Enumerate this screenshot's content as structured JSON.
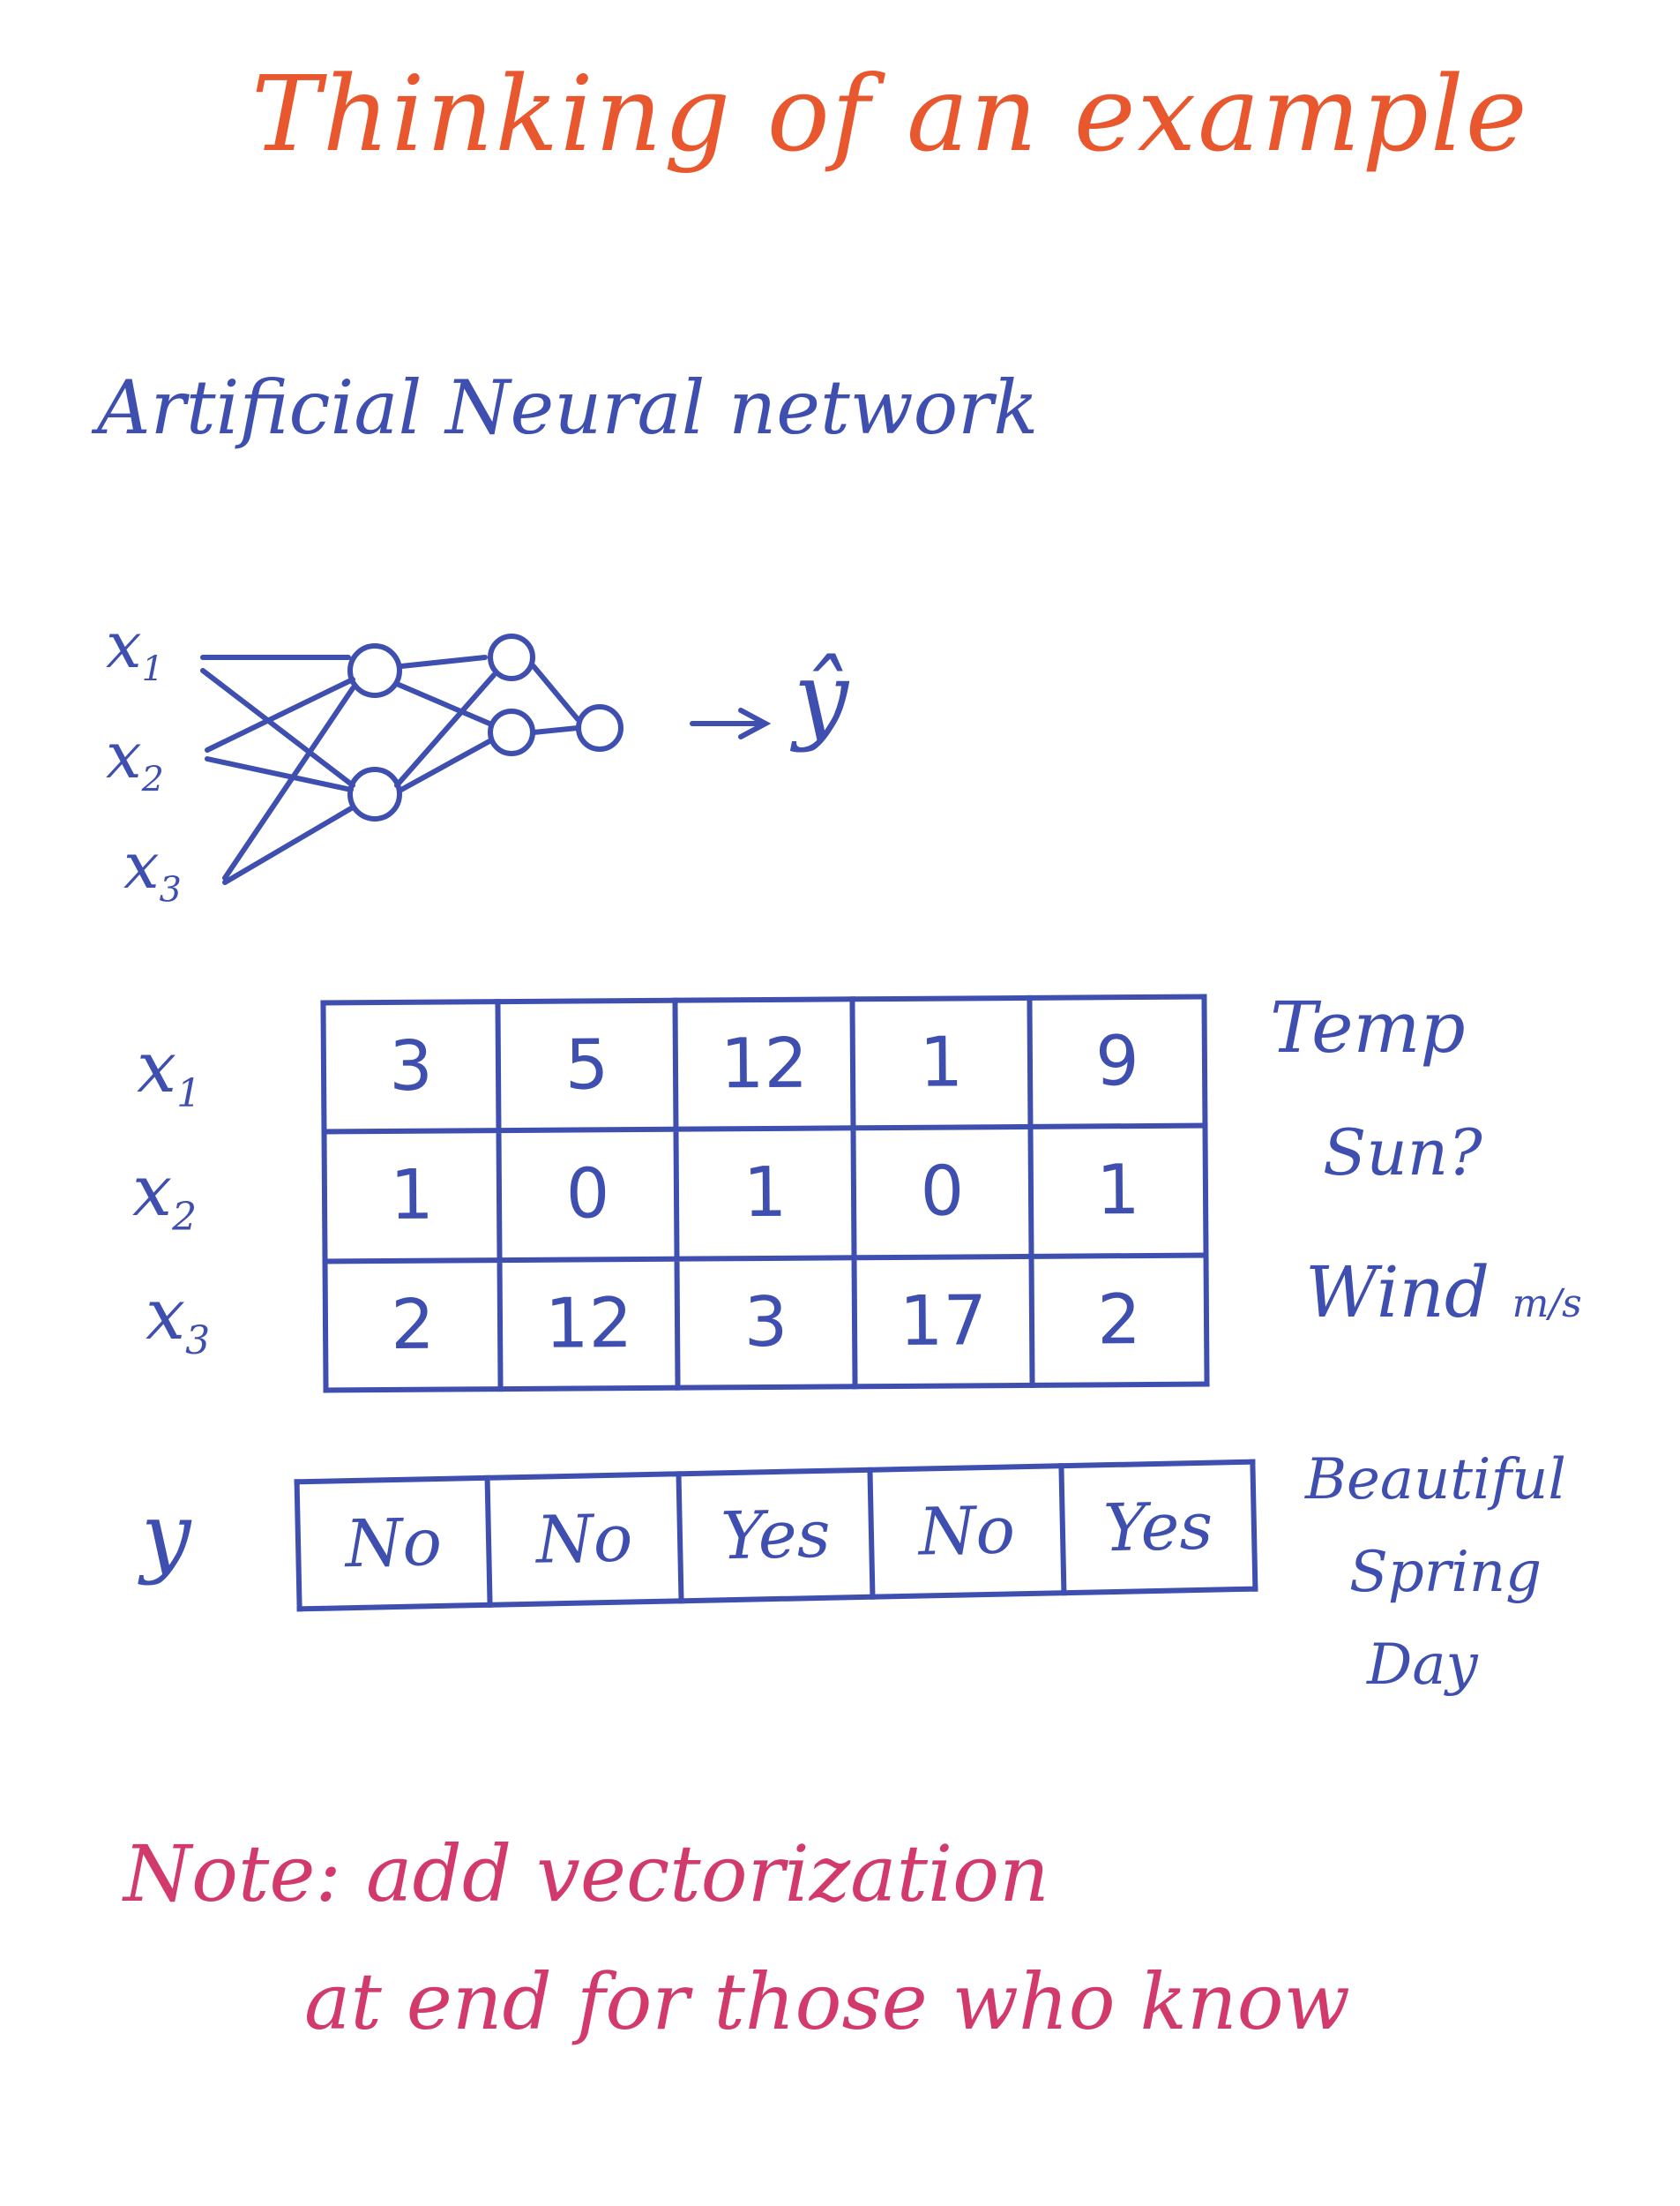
{
  "title": "Thinking of an example",
  "subtitle": "Artificial Neural network",
  "network": {
    "inputs": [
      "x1",
      "x2",
      "x3"
    ],
    "output_label": "ŷ"
  },
  "table": {
    "row_labels": [
      "x1",
      "x2",
      "x3"
    ],
    "rows": [
      [
        "3",
        "5",
        "12",
        "1",
        "9"
      ],
      [
        "1",
        "0",
        "1",
        "0",
        "1"
      ],
      [
        "2",
        "12",
        "3",
        "17",
        "2"
      ]
    ],
    "row_descriptions": [
      "Temp",
      "Sun?",
      "Wind"
    ],
    "wind_unit": "m/s"
  },
  "target": {
    "label": "y",
    "values": [
      "No",
      "No",
      "Yes",
      "No",
      "Yes"
    ],
    "description_lines": [
      "Beautiful",
      "Spring",
      "Day"
    ]
  },
  "note": {
    "line1": "Note: add vectorization",
    "line2": "at end for those who know"
  },
  "colors": {
    "title": "#e8572e",
    "ink": "#3f4fb0",
    "note": "#d23a6c"
  }
}
